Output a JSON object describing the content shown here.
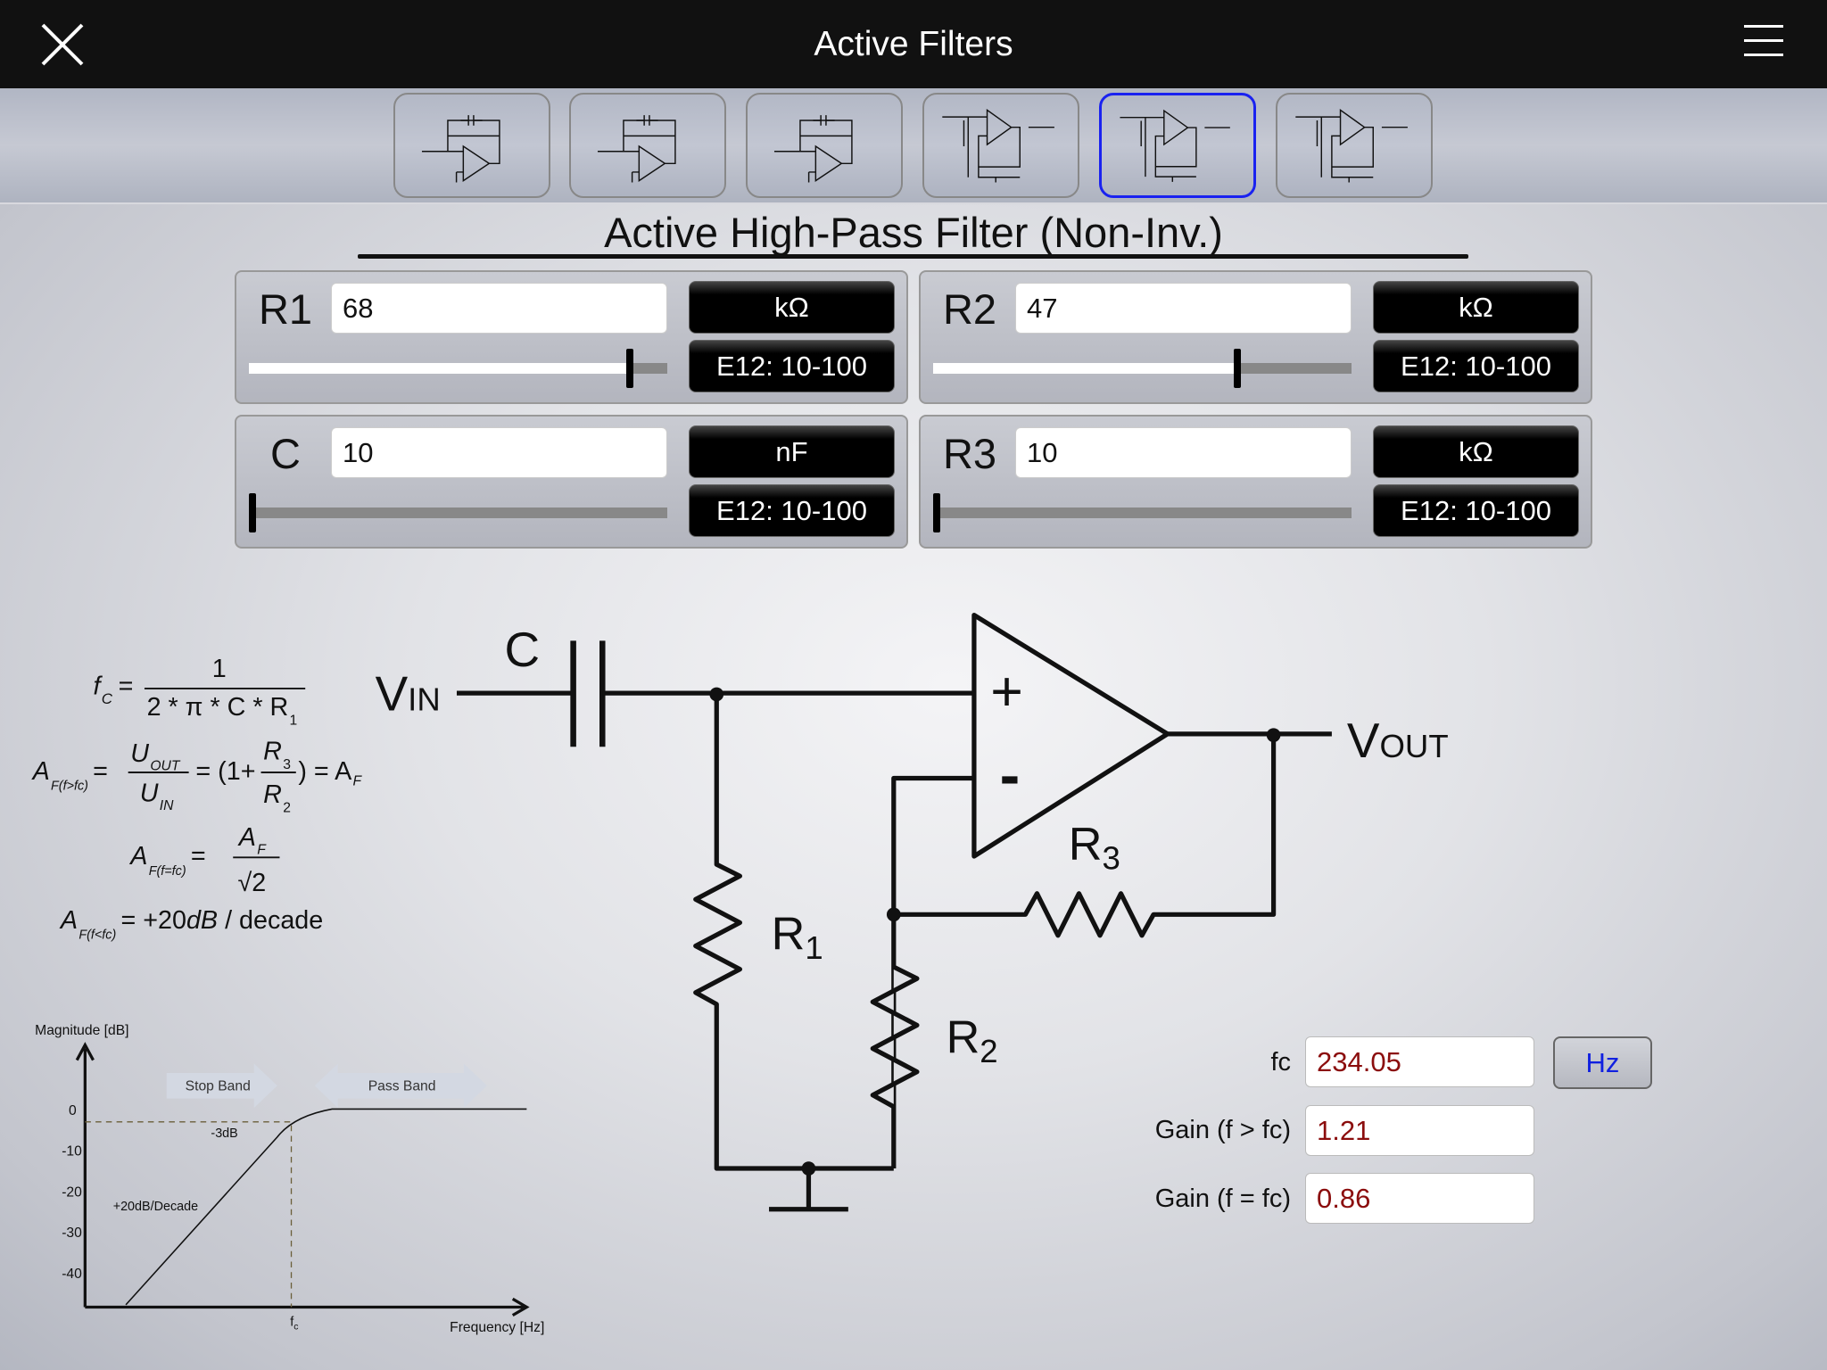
{
  "header": {
    "title": "Active Filters",
    "close_icon": "close-icon",
    "menu_icon": "hamburger-menu-icon"
  },
  "toolbar": {
    "selected_index": 4,
    "thumbnails": [
      {
        "name": "inverting-lowpass-thumbnail"
      },
      {
        "name": "inverting-highpass-thumbnail"
      },
      {
        "name": "inverting-bandpass-thumbnail"
      },
      {
        "name": "noninverting-lowpass-thumbnail"
      },
      {
        "name": "noninverting-highpass-thumbnail"
      },
      {
        "name": "noninverting-bandpass-thumbnail"
      }
    ],
    "selected_color": "#1a22f0"
  },
  "page_title": "Active High-Pass Filter (Non-Inv.)",
  "components": [
    {
      "label": "R1",
      "value": "68",
      "unit": "kΩ",
      "series": "E12: 10-100",
      "slider_fraction": 0.91
    },
    {
      "label": "R2",
      "value": "47",
      "unit": "kΩ",
      "series": "E12: 10-100",
      "slider_fraction": 0.727
    },
    {
      "label": "C",
      "value": "10",
      "unit": "nF",
      "series": "E12: 10-100",
      "slider_fraction": 0
    },
    {
      "label": "R3",
      "value": "10",
      "unit": "kΩ",
      "series": "E12: 10-100",
      "slider_fraction": 0
    }
  ],
  "schematic": {
    "vin": "V",
    "vin_sub": "IN",
    "vout": "V",
    "vout_sub": "OUT",
    "c": "C",
    "r1": "R",
    "r1_sub": "1",
    "r2": "R",
    "r2_sub": "2",
    "r3": "R",
    "r3_sub": "3",
    "plus": "+",
    "minus": "-"
  },
  "formulas": {
    "f1": {
      "lhs": "f",
      "lhs_sub": "C",
      "eq": "=",
      "num": "1",
      "den": "2 * π * C * R",
      "den_sub": "1"
    },
    "f2": {
      "lhs": "A",
      "lhs_sub": "F(f>fc)",
      "eq": "=",
      "num": "U",
      "num_sub": "OUT",
      "den": "U",
      "den_sub": "IN",
      "mid": "= (1+",
      "rnum": "R",
      "rnum_sub": "3",
      "rden": "R",
      "rden_sub": "2",
      "tail": ") = A",
      "tail_sub": "F"
    },
    "f3": {
      "lhs": "A",
      "lhs_sub": "F(f=fc)",
      "eq": "=",
      "num": "A",
      "num_sub": "F",
      "den": "√2"
    },
    "f4": {
      "lhs": "A",
      "lhs_sub": "F(f<fc)",
      "rhs": "= +20",
      "unit": "dB",
      "tail": " / decade"
    }
  },
  "response_graph": {
    "ylabel": "Magnitude [dB]",
    "xlabel": "Frequency [Hz]",
    "yticks": [
      "0",
      "-10",
      "-20",
      "-30",
      "-40"
    ],
    "fc_label": "f",
    "fc_sub": "c",
    "minus3db": "-3dB",
    "slope": "+20dB/Decade",
    "stop_band": "Stop Band",
    "pass_band": "Pass Band"
  },
  "results": {
    "fc": {
      "label": "fc",
      "value": "234.05",
      "unit": "Hz"
    },
    "gain_above": {
      "label": "Gain (f > fc)",
      "value": "1.21"
    },
    "gain_at": {
      "label": "Gain (f = fc)",
      "value": "0.86"
    },
    "value_color": "#8b0d0d",
    "unit_color": "#1020e0"
  }
}
